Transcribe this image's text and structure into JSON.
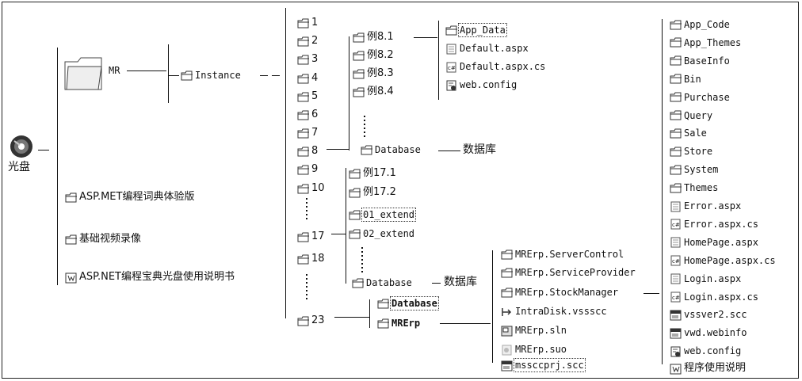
{
  "root": {
    "label": "光盘"
  },
  "level1": [
    {
      "id": "mr",
      "label": "MR",
      "icon": "folder-large"
    },
    {
      "id": "asp_dict",
      "label": "ASP.MET编程词典体验版",
      "icon": "folder"
    },
    {
      "id": "video",
      "label": "基础视频录像",
      "icon": "folder"
    },
    {
      "id": "manual",
      "label": "ASP.NET编程宝典光盘使用说明书",
      "icon": "doc"
    }
  ],
  "instance": {
    "label": "Instance"
  },
  "chapters": [
    {
      "label": "1"
    },
    {
      "label": "2"
    },
    {
      "label": "3"
    },
    {
      "label": "4"
    },
    {
      "label": "5"
    },
    {
      "label": "6"
    },
    {
      "label": "7"
    },
    {
      "label": "8"
    },
    {
      "label": "9"
    },
    {
      "label": "10"
    },
    {
      "label": "17"
    },
    {
      "label": "18"
    },
    {
      "label": "23"
    }
  ],
  "ch8": {
    "examples": [
      {
        "label": "例8.1"
      },
      {
        "label": "例8.2"
      },
      {
        "label": "例8.3"
      },
      {
        "label": "例8.4"
      }
    ],
    "database": {
      "label": "Database"
    },
    "database_note": "数据库",
    "ex81_files": [
      {
        "label": "App_Data",
        "icon": "folder"
      },
      {
        "label": "Default.aspx",
        "icon": "page"
      },
      {
        "label": "Default.aspx.cs",
        "icon": "cs"
      },
      {
        "label": "web.config",
        "icon": "config"
      }
    ]
  },
  "ch17": {
    "items": [
      {
        "label": "例17.1"
      },
      {
        "label": "例17.2"
      },
      {
        "label": "01_extend"
      },
      {
        "label": "02_extend"
      }
    ],
    "database": {
      "label": "Database"
    },
    "database_note": "数据库"
  },
  "ch23": {
    "items": [
      {
        "label": "Database"
      },
      {
        "label": "MRErp"
      }
    ],
    "mrerp_items": [
      {
        "label": "MRErp.ServerControl",
        "icon": "folder"
      },
      {
        "label": "MRErp.ServiceProvider",
        "icon": "folder"
      },
      {
        "label": "MRErp.StockManager",
        "icon": "folder"
      },
      {
        "label": "IntraDisk.vssscc",
        "icon": "vss"
      },
      {
        "label": "MRErp.sln",
        "icon": "sln"
      },
      {
        "label": "MRErp.suo",
        "icon": "suo"
      },
      {
        "label": "mssccprj.scc",
        "icon": "scc"
      }
    ]
  },
  "stockmanager_items": [
    {
      "label": "App_Code",
      "icon": "folder"
    },
    {
      "label": "App_Themes",
      "icon": "folder"
    },
    {
      "label": "BaseInfo",
      "icon": "folder"
    },
    {
      "label": "Bin",
      "icon": "folder"
    },
    {
      "label": "Purchase",
      "icon": "folder"
    },
    {
      "label": "Query",
      "icon": "folder"
    },
    {
      "label": "Sale",
      "icon": "folder"
    },
    {
      "label": "Store",
      "icon": "folder"
    },
    {
      "label": "System",
      "icon": "folder"
    },
    {
      "label": "Themes",
      "icon": "folder"
    },
    {
      "label": "Error.aspx",
      "icon": "page"
    },
    {
      "label": "Error.aspx.cs",
      "icon": "cs"
    },
    {
      "label": "HomePage.aspx",
      "icon": "page"
    },
    {
      "label": "HomePage.aspx.cs",
      "icon": "cs"
    },
    {
      "label": "Login.aspx",
      "icon": "page"
    },
    {
      "label": "Login.aspx.cs",
      "icon": "cs"
    },
    {
      "label": "vssver2.scc",
      "icon": "scc"
    },
    {
      "label": "vwd.webinfo",
      "icon": "scc"
    },
    {
      "label": "web.config",
      "icon": "config"
    },
    {
      "label": "程序使用说明",
      "icon": "doc"
    }
  ]
}
